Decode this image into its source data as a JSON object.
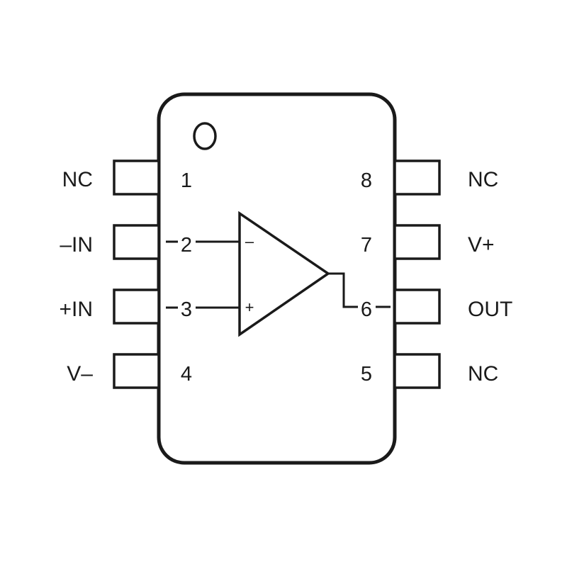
{
  "package": {
    "pins": [
      {
        "number": "1",
        "name": "NC"
      },
      {
        "number": "2",
        "name": "–IN"
      },
      {
        "number": "3",
        "name": "+IN"
      },
      {
        "number": "4",
        "name": "V–"
      },
      {
        "number": "5",
        "name": "NC"
      },
      {
        "number": "6",
        "name": "OUT"
      },
      {
        "number": "7",
        "name": "V+"
      },
      {
        "number": "8",
        "name": "NC"
      }
    ]
  },
  "opamp": {
    "inverting_sign": "–",
    "noninverting_sign": "+"
  }
}
